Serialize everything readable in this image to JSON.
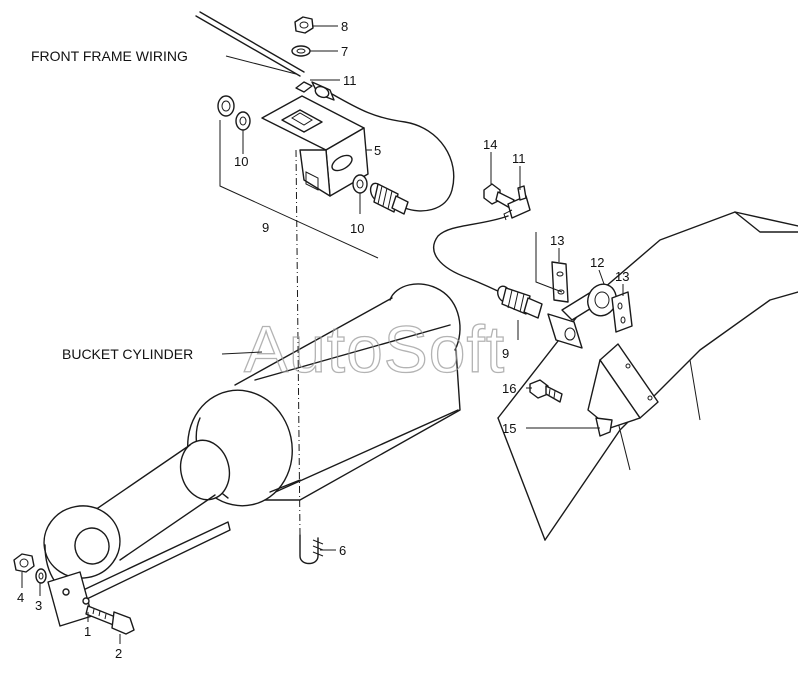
{
  "labels": {
    "front_frame_wiring": "FRONT FRAME WIRING",
    "bucket_cylinder": "BUCKET CYLINDER"
  },
  "watermark": "AutoSoft",
  "callouts": [
    {
      "id": "c8",
      "text": "8"
    },
    {
      "id": "c7",
      "text": "7"
    },
    {
      "id": "c11a",
      "text": "11"
    },
    {
      "id": "c5",
      "text": "5"
    },
    {
      "id": "c10a",
      "text": "10"
    },
    {
      "id": "c9a",
      "text": "9"
    },
    {
      "id": "c10b",
      "text": "10"
    },
    {
      "id": "c14",
      "text": "14"
    },
    {
      "id": "c11b",
      "text": "11"
    },
    {
      "id": "c13a",
      "text": "13"
    },
    {
      "id": "c12",
      "text": "12"
    },
    {
      "id": "c13b",
      "text": "13"
    },
    {
      "id": "c9b",
      "text": "9"
    },
    {
      "id": "c16",
      "text": "16"
    },
    {
      "id": "c15",
      "text": "15"
    },
    {
      "id": "c6",
      "text": "6"
    },
    {
      "id": "c4",
      "text": "4"
    },
    {
      "id": "c3",
      "text": "3"
    },
    {
      "id": "c1",
      "text": "1"
    },
    {
      "id": "c2",
      "text": "2"
    }
  ]
}
